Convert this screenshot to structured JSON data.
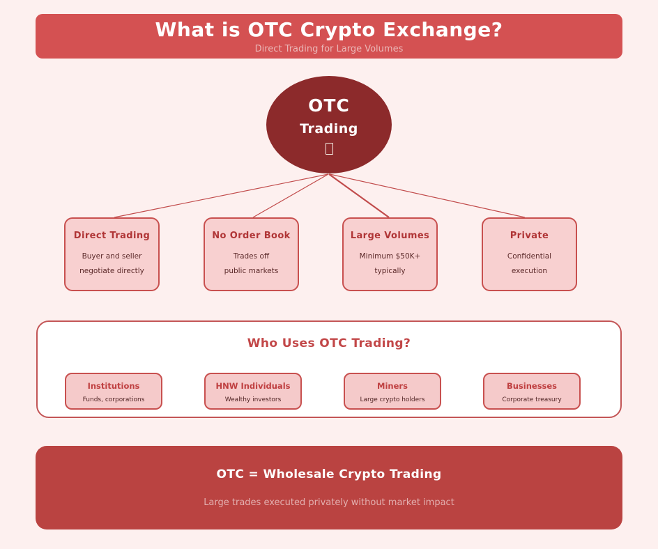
{
  "header": {
    "title": "What is OTC Crypto Exchange?",
    "subtitle": "Direct Trading for Large Volumes",
    "bg_color": "#d45152"
  },
  "central_node": {
    "line1": "OTC",
    "line2": "Trading",
    "icon": "missing-glyph-box",
    "bg_color": "#8c2a2b"
  },
  "features": [
    {
      "title": "Direct Trading",
      "line1": "Buyer and seller",
      "line2": "negotiate directly"
    },
    {
      "title": "No Order Book",
      "line1": "Trades off",
      "line2": "public markets"
    },
    {
      "title": "Large Volumes",
      "line1": "Minimum $50K+",
      "line2": "typically"
    },
    {
      "title": "Private",
      "line1": "Confidential",
      "line2": "execution"
    }
  ],
  "who_uses": {
    "title": "Who Uses OTC Trading?",
    "items": [
      {
        "title": "Institutions",
        "subtitle": "Funds, corporations"
      },
      {
        "title": "HNW Individuals",
        "subtitle": "Wealthy investors"
      },
      {
        "title": "Miners",
        "subtitle": "Large crypto holders"
      },
      {
        "title": "Businesses",
        "subtitle": "Corporate treasury"
      }
    ]
  },
  "footer": {
    "title": "OTC = Wholesale Crypto Trading",
    "subtitle": "Large trades executed privately without market impact",
    "bg_color": "#ba4341"
  },
  "colors": {
    "page_background": "#fdf0ef",
    "box_fill": "#f8d0d0",
    "box_border": "#c8504f",
    "accent_red": "#c24748",
    "dark_maroon": "#8c2a2b",
    "connector": "#c14b4b"
  }
}
